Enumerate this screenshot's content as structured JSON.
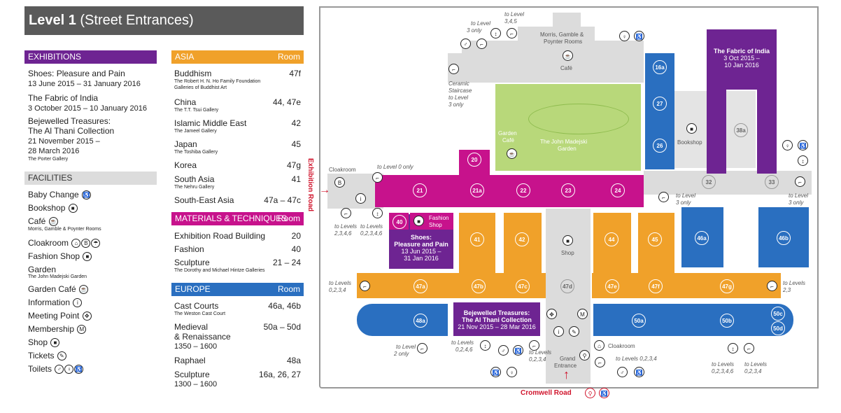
{
  "title": {
    "bold": "Level 1",
    "rest": "(Street Entrances)"
  },
  "exhibitions": {
    "header": "EXHIBITIONS",
    "items": [
      {
        "name": "Shoes: Pleasure and Pain",
        "dates": "13 June 2015 – 31 January 2016"
      },
      {
        "name": "The Fabric of India",
        "dates": "3 October 2015 – 10 January 2016"
      },
      {
        "name1": "Bejewelled Treasures:",
        "name2": "The Al Thani Collection",
        "dates1": "21 November 2015 –",
        "dates2": "28 March 2016",
        "sub": "The Porter Gallery"
      }
    ]
  },
  "facilities": {
    "header": "FACILITIES",
    "items": [
      {
        "label": "Baby Change"
      },
      {
        "label": "Bookshop"
      },
      {
        "label": "Café",
        "sub": "Morris, Gamble & Poynter Rooms"
      },
      {
        "label": "Cloakroom"
      },
      {
        "label": "Fashion Shop"
      },
      {
        "label": "Garden",
        "sub": "The John Madejski Garden"
      },
      {
        "label": "Garden Café"
      },
      {
        "label": "Information"
      },
      {
        "label": "Meeting Point"
      },
      {
        "label": "Membership"
      },
      {
        "label": "Shop"
      },
      {
        "label": "Tickets"
      },
      {
        "label": "Toilets"
      }
    ]
  },
  "asia": {
    "header": "ASIA",
    "room": "Room",
    "items": [
      {
        "name": "Buddhism",
        "sub1": "The Robert H. N. Ho Family Foundation",
        "sub2": "Galleries of Buddhist Art",
        "room": "47f"
      },
      {
        "name": "China",
        "sub1": "The T.T. Tsui Gallery",
        "room": "44, 47e"
      },
      {
        "name": "Islamic Middle East",
        "sub1": "The Jameel Gallery",
        "room": "42"
      },
      {
        "name": "Japan",
        "sub1": "The Toshiba Gallery",
        "room": "45"
      },
      {
        "name": "Korea",
        "room": "47g"
      },
      {
        "name": "South Asia",
        "sub1": "The Nehru Gallery",
        "room": "41"
      },
      {
        "name": "South-East Asia",
        "room": "47a – 47c"
      }
    ]
  },
  "materials": {
    "header": "MATERIALS & TECHNIQUES",
    "room": "Room",
    "items": [
      {
        "name": "Exhibition Road Building",
        "room": "20"
      },
      {
        "name": "Fashion",
        "room": "40"
      },
      {
        "name": "Sculpture",
        "sub1": "The Dorothy and Michael Hintze Galleries",
        "room": "21 – 24"
      }
    ]
  },
  "europe": {
    "header": "EUROPE",
    "room": "Room",
    "items": [
      {
        "name": "Cast Courts",
        "sub1": "The Weston Cast Court",
        "room": "46a, 46b"
      },
      {
        "name": "Medieval",
        "name2": "& Renaissance",
        "name3": "1350 – 1600",
        "room": "50a – 50d"
      },
      {
        "name": "Raphael",
        "room": "48a"
      },
      {
        "name": "Sculpture",
        "name2": "1300 – 1600",
        "room": "16a, 26, 27"
      }
    ]
  },
  "map": {
    "rooms": [
      "16a",
      "27",
      "26",
      "20",
      "21",
      "21a",
      "22",
      "23",
      "24",
      "40",
      "41",
      "42",
      "44",
      "45",
      "46a",
      "46b",
      "47a",
      "47b",
      "47c",
      "47d",
      "47e",
      "47f",
      "47g",
      "48a",
      "50a",
      "50b",
      "50c",
      "50d",
      "32",
      "33",
      "38a"
    ],
    "labels": {
      "morris": "Morris, Gamble &",
      "morris2": "Poynter Rooms",
      "cafe": "Café",
      "garden_cafe1": "Garden",
      "garden_cafe2": "Café",
      "garden1": "The John Madejski",
      "garden2": "Garden",
      "bookshop": "Bookshop",
      "cloakroom_left": "Cloakroom",
      "cloakroom_bottom": "Cloakroom",
      "shop": "Shop",
      "fashion_shop1": "Fashion",
      "fashion_shop2": "Shop",
      "grand_entrance1": "Grand",
      "grand_entrance2": "Entrance",
      "ceramic1": "Ceramic",
      "ceramic2": "Staircase",
      "ceramic3": "to Level",
      "ceramic4": "3 only",
      "to_level_0_only": "to Level 0 only",
      "to_level_3_only_top1": "to Level",
      "to_level_3_only_top2": "3 only",
      "to_level_345_1": "to Level",
      "to_level_345_2": "3,4,5",
      "to_level_3_only_mid1": "to Level",
      "to_level_3_only_mid2": "3 only",
      "to_level_3_only_right1": "to Level",
      "to_level_3_only_right2": "3 only",
      "to_levels_2346_1": "to Levels",
      "to_levels_2346_2": "2,3,4,6",
      "to_levels_02346_1": "to Levels",
      "to_levels_02346_2": "0,2,3,4,6",
      "to_levels_0234_left1": "to Levels",
      "to_levels_0234_left2": "0,2,3,4",
      "to_levels_23_right1": "to Levels",
      "to_levels_23_right2": "2,3",
      "to_level_2_only1": "to Level",
      "to_level_2_only2": "2 only",
      "to_levels_0246_1": "to Levels",
      "to_levels_0246_2": "0,2,4,6",
      "to_levels_0234_mid1": "to Levels",
      "to_levels_0234_mid2": "0,2,3,4",
      "to_levels_0234_bottom": "to Levels 0,2,3,4",
      "to_levels_02346_br1": "to Levels",
      "to_levels_02346_br2": "0,2,3,4,6",
      "to_levels_0234_br1": "to Levels",
      "to_levels_0234_br2": "0,2,3,4"
    },
    "exhibitions": {
      "fabric": {
        "title1": "The Fabric of India",
        "dates1": "3 Oct 2015 –",
        "dates2": "10 Jan 2016"
      },
      "shoes": {
        "title1": "Shoes:",
        "title2": "Pleasure and Pain",
        "dates1": "13 Jun 2015 –",
        "dates2": "31 Jan 2016"
      },
      "bejewelled": {
        "title1": "Bejewelled Treasures:",
        "title2": "The Al Thani Collection",
        "dates1": "21 Nov 2015 – 28 Mar 2016"
      }
    },
    "entrances": {
      "exhibition_road": "Exhibition Road",
      "cromwell_road": "Cromwell Road"
    },
    "colors": {
      "magenta": "#c7128c",
      "orange": "#f0a12a",
      "blue": "#2a6fc0",
      "purple": "#6e2492",
      "green": "#b8d87a",
      "grey": "#dcdcdc",
      "red": "#d0142c"
    }
  }
}
